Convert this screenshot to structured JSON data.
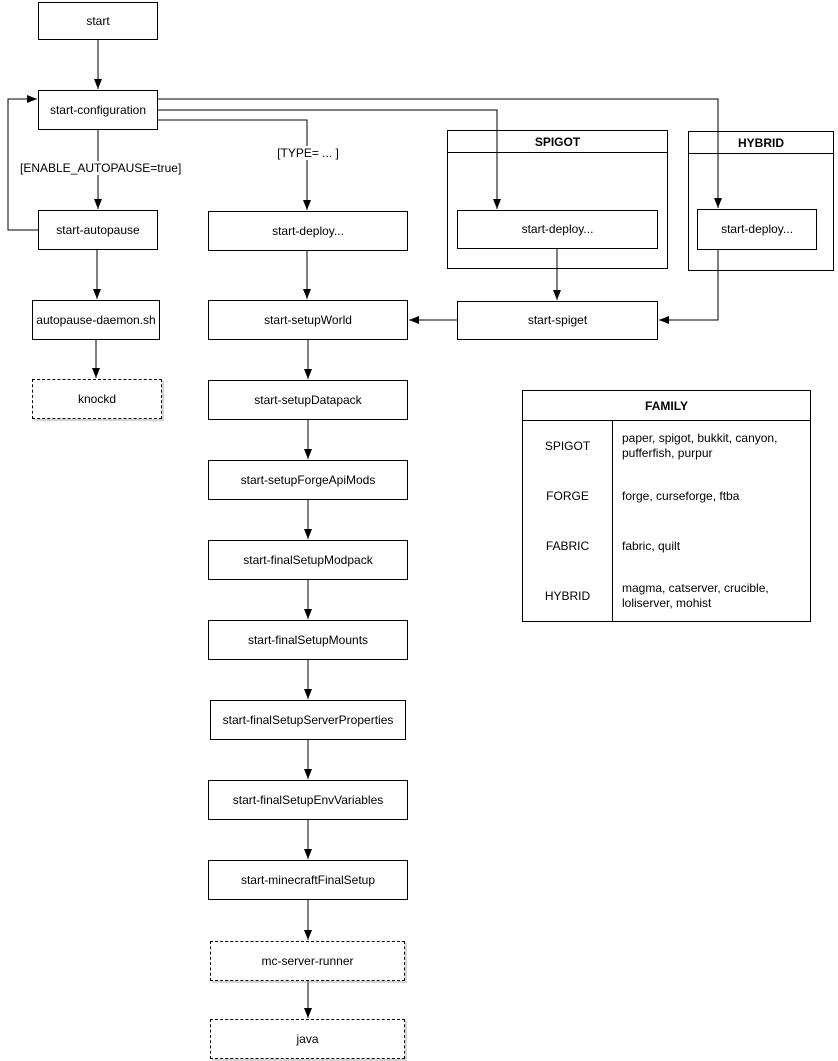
{
  "diagram": {
    "nodes": {
      "start": "start",
      "start_configuration": "start-configuration",
      "start_autopause": "start-autopause",
      "autopause_daemon": "autopause-daemon.sh",
      "knockd": "knockd",
      "deploy_main": "start-deploy...",
      "deploy_spigot": "start-deploy...",
      "deploy_hybrid": "start-deploy...",
      "start_spiget": "start-spiget",
      "setup_world": "start-setupWorld",
      "setup_datapack": "start-setupDatapack",
      "setup_forge_api_mods": "start-setupForgeApiMods",
      "final_setup_modpack": "start-finalSetupModpack",
      "final_setup_mounts": "start-finalSetupMounts",
      "final_setup_server_properties": "start-finalSetupServerProperties",
      "final_setup_env_variables": "start-finalSetupEnvVariables",
      "minecraft_final_setup": "start-minecraftFinalSetup",
      "mc_server_runner": "mc-server-runner",
      "java": "java"
    },
    "containers": {
      "spigot": "SPIGOT",
      "hybrid": "HYBRID"
    },
    "edge_labels": {
      "enable_autopause": "[ENABLE_AUTOPAUSE=true]",
      "type_dispatch": "[TYPE= ... ]"
    },
    "colors": {
      "stroke": "#000000",
      "background": "#ffffff"
    }
  },
  "family_table": {
    "title": "FAMILY",
    "rows": [
      {
        "family": "SPIGOT",
        "servers": "paper, spigot, bukkit, canyon, pufferfish, purpur"
      },
      {
        "family": "FORGE",
        "servers": "forge, curseforge, ftba"
      },
      {
        "family": "FABRIC",
        "servers": "fabric, quilt"
      },
      {
        "family": "HYBRID",
        "servers": "magma, catserver, crucible, loliserver, mohist"
      }
    ]
  }
}
